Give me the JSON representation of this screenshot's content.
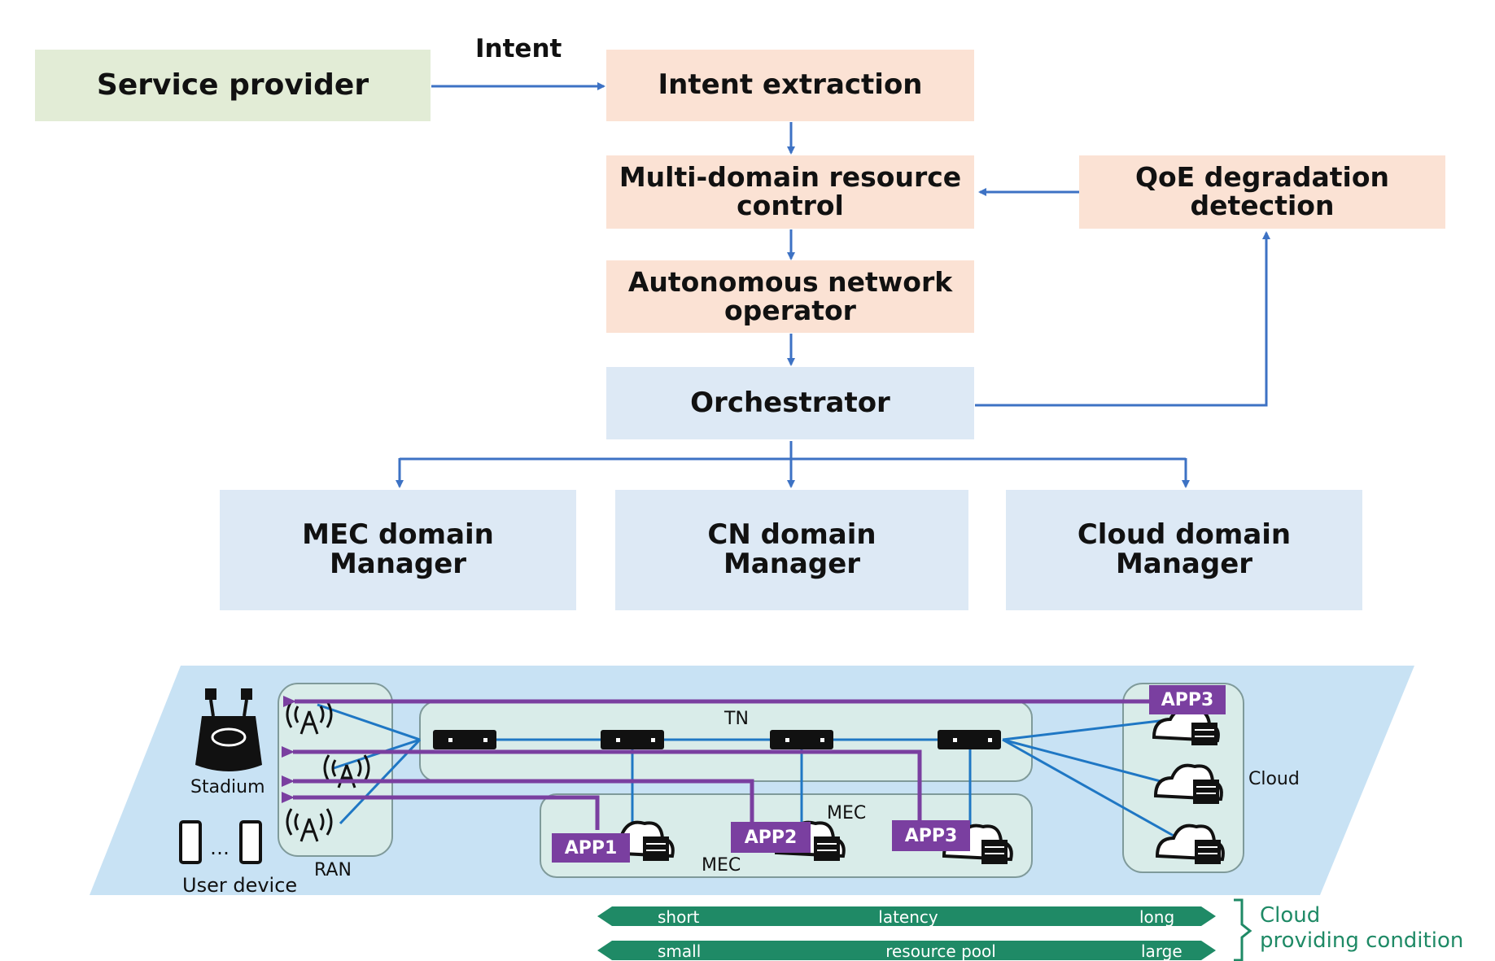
{
  "top": {
    "service_provider": "Service provider",
    "intent_label": "Intent",
    "intent_extraction": "Intent extraction",
    "multi_domain": "Multi-domain resource\ncontrol",
    "autonomous": "Autonomous network\noperator",
    "orchestrator": "Orchestrator",
    "qoe": "QoE degradation\ndetection"
  },
  "managers": {
    "mec": "MEC domain\nManager",
    "cn": "CN domain\nManager",
    "cloud": "Cloud domain\nManager"
  },
  "network": {
    "stadium": "Stadium",
    "user_device": "User device",
    "ellipsis": "…",
    "ran": "RAN",
    "tn": "TN",
    "mec_label_1": "MEC",
    "mec_label_2": "MEC",
    "cloud": "Cloud",
    "apps": {
      "app1": "APP1",
      "app2": "APP2",
      "app3_mec": "APP3",
      "app3_cloud": "APP3"
    }
  },
  "conditions": {
    "latency": {
      "left": "short",
      "center": "latency",
      "right": "long"
    },
    "resource": {
      "left": "small",
      "center": "resource pool",
      "right": "large"
    },
    "title": "Cloud\nproviding condition"
  },
  "colors": {
    "arrow": "#3d72c4",
    "link": "#1f77c4",
    "app": "#7a3fa0",
    "plane": "#c8e2f4",
    "region": "#d9ece9",
    "condition": "#1f8a66"
  }
}
